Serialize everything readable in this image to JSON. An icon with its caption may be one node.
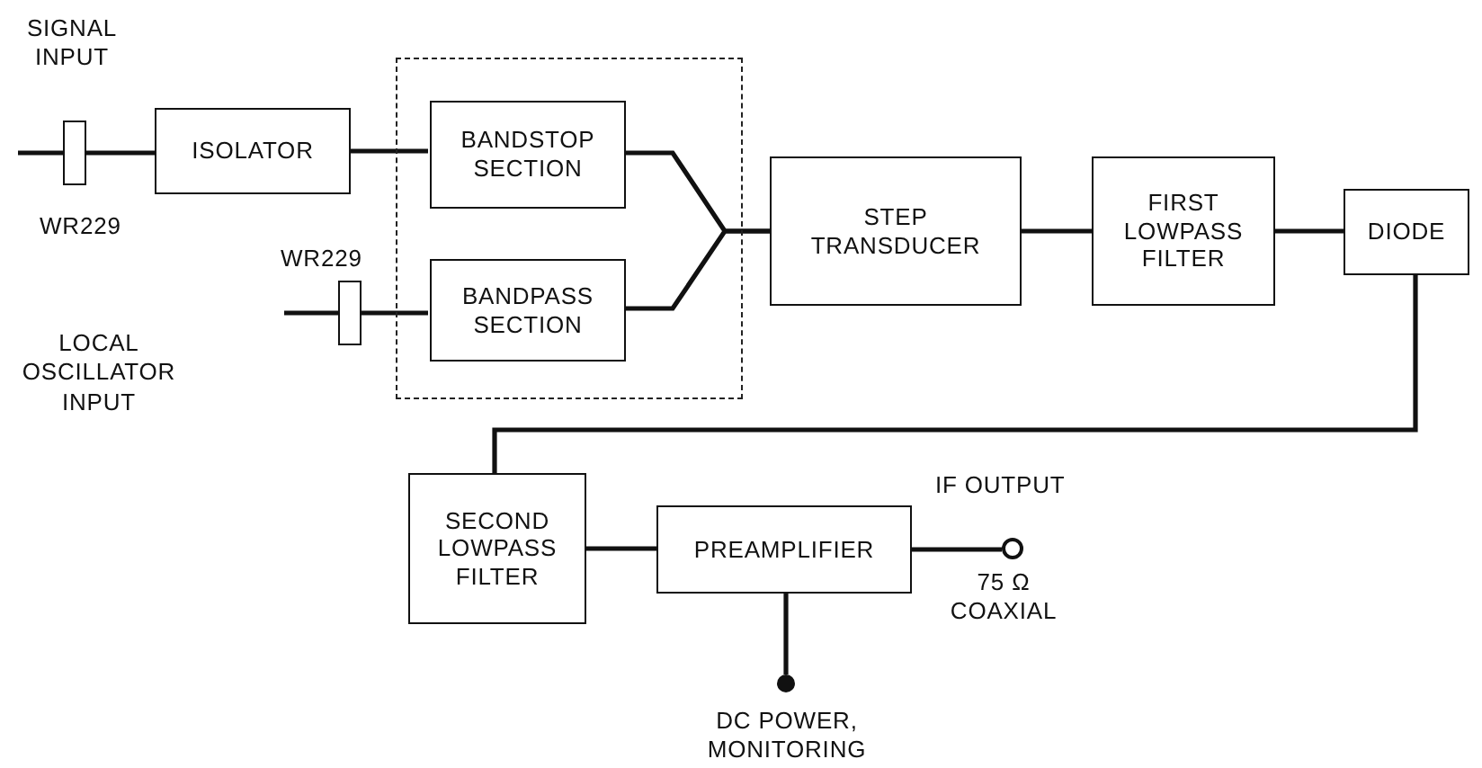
{
  "diagram": {
    "nodes": [
      {
        "text": [],
        "shape": "bar",
        "beside": [
          "WR229"
        ]
      },
      {
        "text": [
          "ISOLATOR"
        ]
      },
      {
        "text": [],
        "shape": "box"
      },
      {
        "text": [
          "BANDSTOP SECTION"
        ],
        "in": 2
      },
      {
        "text": [],
        "shape": "bar",
        "beside": [
          "WR229"
        ]
      },
      {
        "text": [
          "BANDPASS SECTION"
        ],
        "in": 2
      },
      {
        "text": [
          "STEP TRANSDUCER"
        ]
      },
      {
        "text": [
          "FIRST LOWPASS FILTER"
        ]
      },
      {
        "text": [
          "DIODE"
        ]
      },
      {
        "text": [
          "SECOND LOWPASS FILTER"
        ]
      },
      {
        "text": [
          "PREAMPLIFIER"
        ]
      },
      {
        "text": [],
        "shape": "circle",
        "beside": [
          "IF OUTPUT",
          "75 Ω COAXIAL"
        ]
      },
      {
        "text": [],
        "shape": "dot",
        "beside": [
          "DC POWER, MONITORING"
        ]
      }
    ],
    "edges": [
      {
        "from": null,
        "to": 0,
        "arrow": "none"
      },
      {
        "from": 0,
        "to": 1,
        "arrow": "none"
      },
      {
        "from": 1,
        "to": 3,
        "arrow": "none"
      },
      {
        "from": null,
        "to": 4,
        "arrow": "none"
      },
      {
        "from": 4,
        "to": 5,
        "arrow": "none"
      },
      {
        "from": 3,
        "to": 6,
        "arrow": "none"
      },
      {
        "from": 5,
        "to": 6,
        "arrow": "none"
      },
      {
        "from": 6,
        "to": 7,
        "arrow": "none"
      },
      {
        "from": 7,
        "to": 8,
        "arrow": "none"
      },
      {
        "from": 8,
        "to": 9,
        "arrow": "none"
      },
      {
        "from": 9,
        "to": 10,
        "arrow": "none"
      },
      {
        "from": 10,
        "to": 11,
        "arrow": "none"
      },
      {
        "from": 10,
        "to": 12,
        "arrow": "none"
      }
    ],
    "labels": [
      "SIGNAL INPUT",
      "LOCAL OSCILLATOR INPUT"
    ]
  }
}
